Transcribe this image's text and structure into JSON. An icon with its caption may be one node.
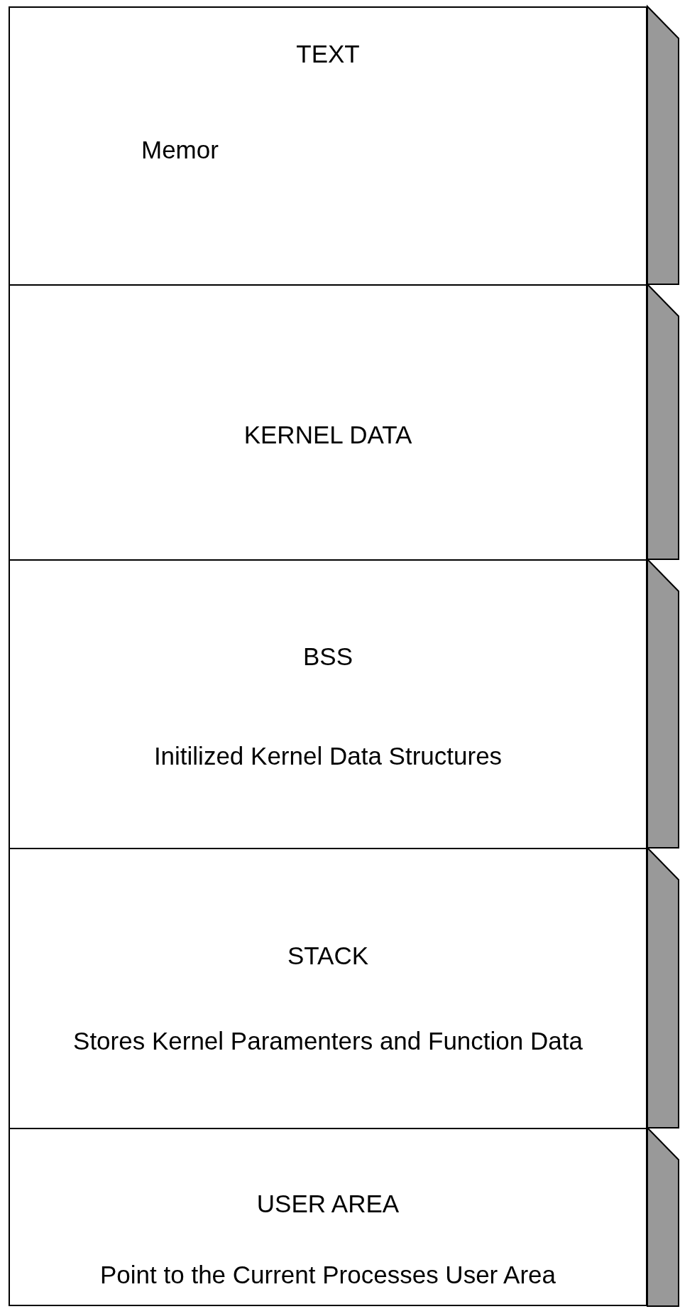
{
  "diagram": {
    "nodes": [
      {
        "text": [
          "TEXT",
          "Memor"
        ]
      },
      {
        "text": [
          "KERNEL DATA"
        ]
      },
      {
        "text": [
          "BSS",
          "Initilized Kernel Data Structures"
        ]
      },
      {
        "text": [
          "STACK",
          "Stores Kernel Paramenters and Function Data"
        ]
      },
      {
        "text": [
          "USER AREA",
          "Point to the Current Processes User Area"
        ]
      }
    ]
  }
}
